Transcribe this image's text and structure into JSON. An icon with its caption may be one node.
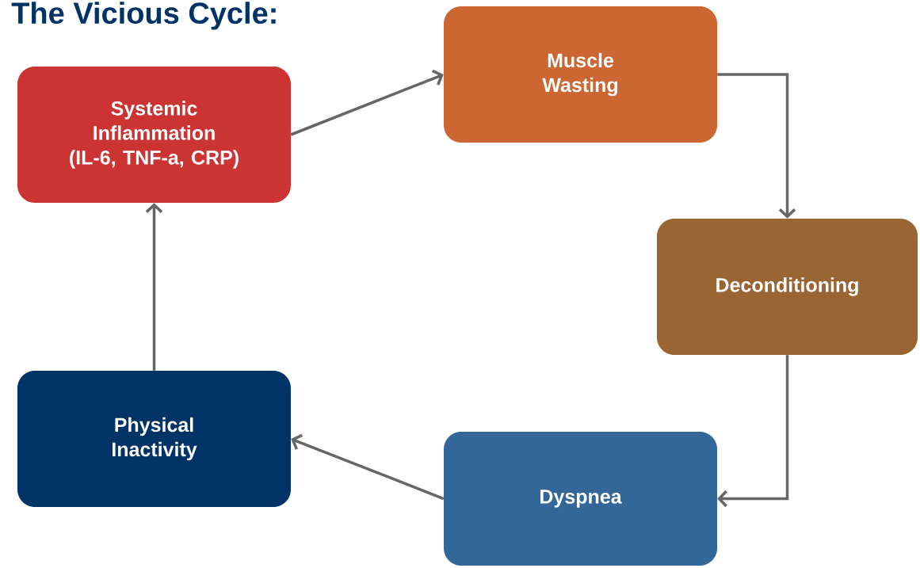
{
  "diagram": {
    "title": "The Vicious Cycle:",
    "nodes": [
      {
        "text": [
          "Systemic Inflammation (IL-6, TNF-a, CRP)"
        ]
      },
      {
        "text": [
          "Muscle Wasting"
        ]
      },
      {
        "text": [
          "Deconditioning"
        ]
      },
      {
        "text": [
          "Dyspnea"
        ]
      },
      {
        "text": [
          "Physical Inactivity"
        ]
      }
    ],
    "edges": [
      {
        "from": 0,
        "to": 1,
        "arrow": "to"
      },
      {
        "from": 1,
        "to": 2,
        "arrow": "to"
      },
      {
        "from": 2,
        "to": 3,
        "arrow": "to"
      },
      {
        "from": 3,
        "to": 4,
        "arrow": "to"
      },
      {
        "from": 4,
        "to": 0,
        "arrow": "to"
      }
    ]
  }
}
